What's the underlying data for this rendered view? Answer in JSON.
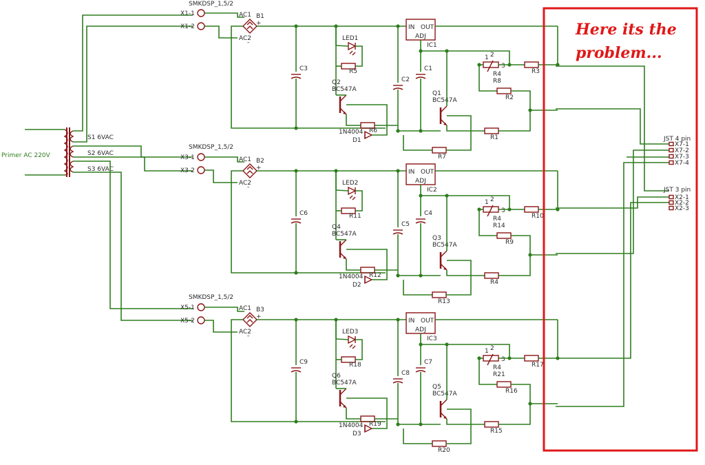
{
  "transformer": {
    "primary_label": "Primer AC 220V",
    "s1": "S1 6VAC",
    "s2": "S2 6VAC",
    "s3": "S3 6VAC"
  },
  "terminals": [
    {
      "header": "SMKDSP_1,5/2",
      "a": "X1-1",
      "b": "X1-2"
    },
    {
      "header": "SMKDSP_1,5/2",
      "a": "X3-1",
      "b": "X3-2"
    },
    {
      "header": "SMKDSP_1,5/2",
      "a": "X5-1",
      "b": "X5-2"
    }
  ],
  "stages": [
    {
      "bridge": "B1",
      "cap_big": "C3",
      "led": "LED1",
      "r_led": "R5",
      "q_a": "Q2",
      "q_a_type": "BC547A",
      "c_a": "C2",
      "c_b": "C1",
      "ic": "IC1",
      "q_b": "Q1",
      "q_b_type": "BC547A",
      "pot": "R4",
      "pot_b": "R8",
      "r_out": "R3",
      "r_a": "R2",
      "r_b": "R1",
      "r_c": "R6",
      "r_d": "R7",
      "diode": "D1",
      "diode_type": "1N4004"
    },
    {
      "bridge": "B2",
      "cap_big": "C6",
      "led": "LED2",
      "r_led": "R11",
      "q_a": "Q4",
      "q_a_type": "BC547A",
      "c_a": "C5",
      "c_b": "C4",
      "ic": "IC2",
      "q_b": "Q3",
      "q_b_type": "BC547A",
      "pot": "R4",
      "pot_b": "R14",
      "r_out": "R10",
      "r_a": "R9",
      "r_b": "R4",
      "r_c": "R12",
      "r_d": "R13",
      "diode": "D2",
      "diode_type": "1N4004"
    },
    {
      "bridge": "B3",
      "cap_big": "C9",
      "led": "LED3",
      "r_led": "R18",
      "q_a": "Q6",
      "q_a_type": "BC547A",
      "c_a": "C8",
      "c_b": "C7",
      "ic": "IC3",
      "q_b": "Q5",
      "q_b_type": "BC547A",
      "pot": "R4",
      "pot_b": "R21",
      "r_out": "R17",
      "r_a": "R16",
      "r_b": "R15",
      "r_c": "R19",
      "r_d": "R20",
      "diode": "D3",
      "diode_type": "1N4004"
    }
  ],
  "ic_pins": {
    "in": "IN",
    "out": "OUT",
    "adj": "ADJ"
  },
  "bridge_pins": {
    "ac1": "AC1",
    "ac2": "AC2",
    "plus": "+",
    "minus": "-"
  },
  "pot_pins": {
    "p1": "1",
    "p2": "2",
    "p3": "3"
  },
  "jst4": {
    "title": "JST 4 pin",
    "pins": [
      "X7-1",
      "X7-2",
      "X7-3",
      "X7-4"
    ]
  },
  "jst3": {
    "title": "JST 3 pin",
    "pins": [
      "X2-1",
      "X2-2",
      "X2-3"
    ]
  },
  "annotation": {
    "line1": "Here its the",
    "line2": "problem..."
  },
  "colors": {
    "wire": "#2e7d1e",
    "component": "#8a1414",
    "highlight": "#e01818"
  }
}
